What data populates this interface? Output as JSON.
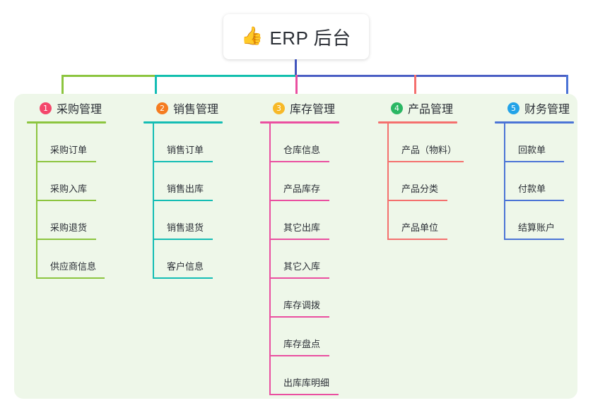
{
  "root": {
    "icon": "thumbs-up-icon",
    "icon_glyph": "👍",
    "title": "ERP 后台"
  },
  "panel": {
    "background_color": "#eef7e9"
  },
  "connector": {
    "stem_color": "#4255bd",
    "segments": [
      {
        "color": "#8cc53f"
      },
      {
        "color": "#12bfad"
      },
      {
        "color": "#4a5ec4"
      },
      {
        "color": "#4a5ec4"
      }
    ]
  },
  "columns": [
    {
      "number": "1",
      "title": "采购管理",
      "badge_color": "#f4476b",
      "line_color": "#8cc53f",
      "drop_color": "#8cc53f",
      "items": [
        "采购订单",
        "采购入库",
        "采购退货",
        "供应商信息"
      ]
    },
    {
      "number": "2",
      "title": "销售管理",
      "badge_color": "#f57c20",
      "line_color": "#14bdb4",
      "drop_color": "#14bdb4",
      "items": [
        "销售订单",
        "销售出库",
        "销售退货",
        "客户信息"
      ]
    },
    {
      "number": "3",
      "title": "库存管理",
      "badge_color": "#f7b928",
      "line_color": "#ea4fa0",
      "drop_color": "#ea4fa0",
      "items": [
        "仓库信息",
        "产品库存",
        "其它出库",
        "其它入库",
        "库存调拨",
        "库存盘点",
        "出库库明细"
      ]
    },
    {
      "number": "4",
      "title": "产品管理",
      "badge_color": "#2bb764",
      "line_color": "#f4706e",
      "drop_color": "#f4706e",
      "items": [
        "产品（物料）",
        "产品分类",
        "产品单位"
      ]
    },
    {
      "number": "5",
      "title": "财务管理",
      "badge_color": "#23a3e8",
      "line_color": "#4b74d6",
      "drop_color": "#4b74d6",
      "items": [
        "回款单",
        "付款单",
        "结算账户"
      ]
    }
  ]
}
